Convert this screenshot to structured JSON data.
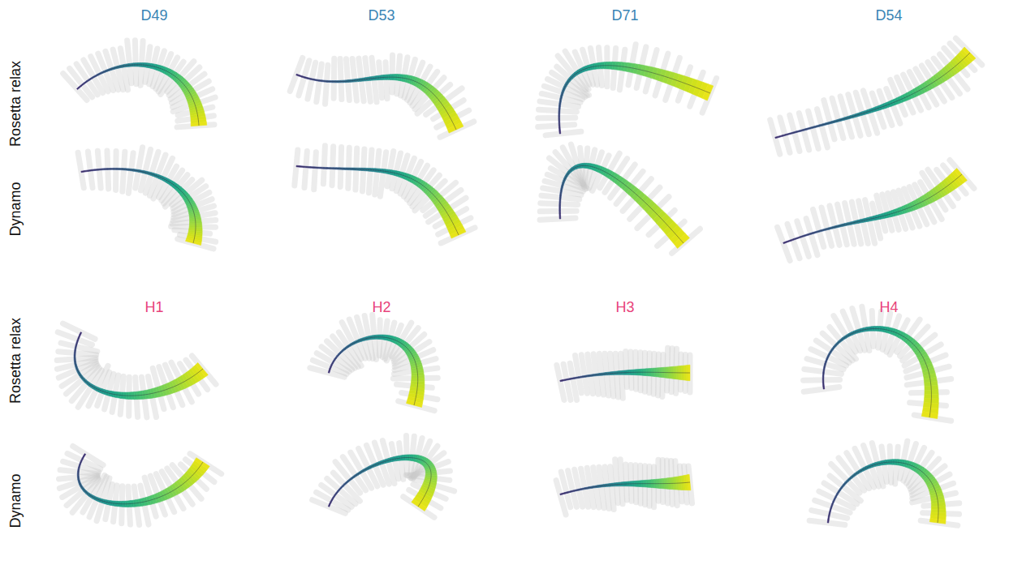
{
  "diagram": {
    "labels": [
      "D49",
      "D53",
      "D71",
      "D54",
      "Rosetta relax",
      "Dynamo",
      "H1",
      "H2",
      "H3",
      "H4",
      "Rosetta relax",
      "Dynamo"
    ]
  }
}
